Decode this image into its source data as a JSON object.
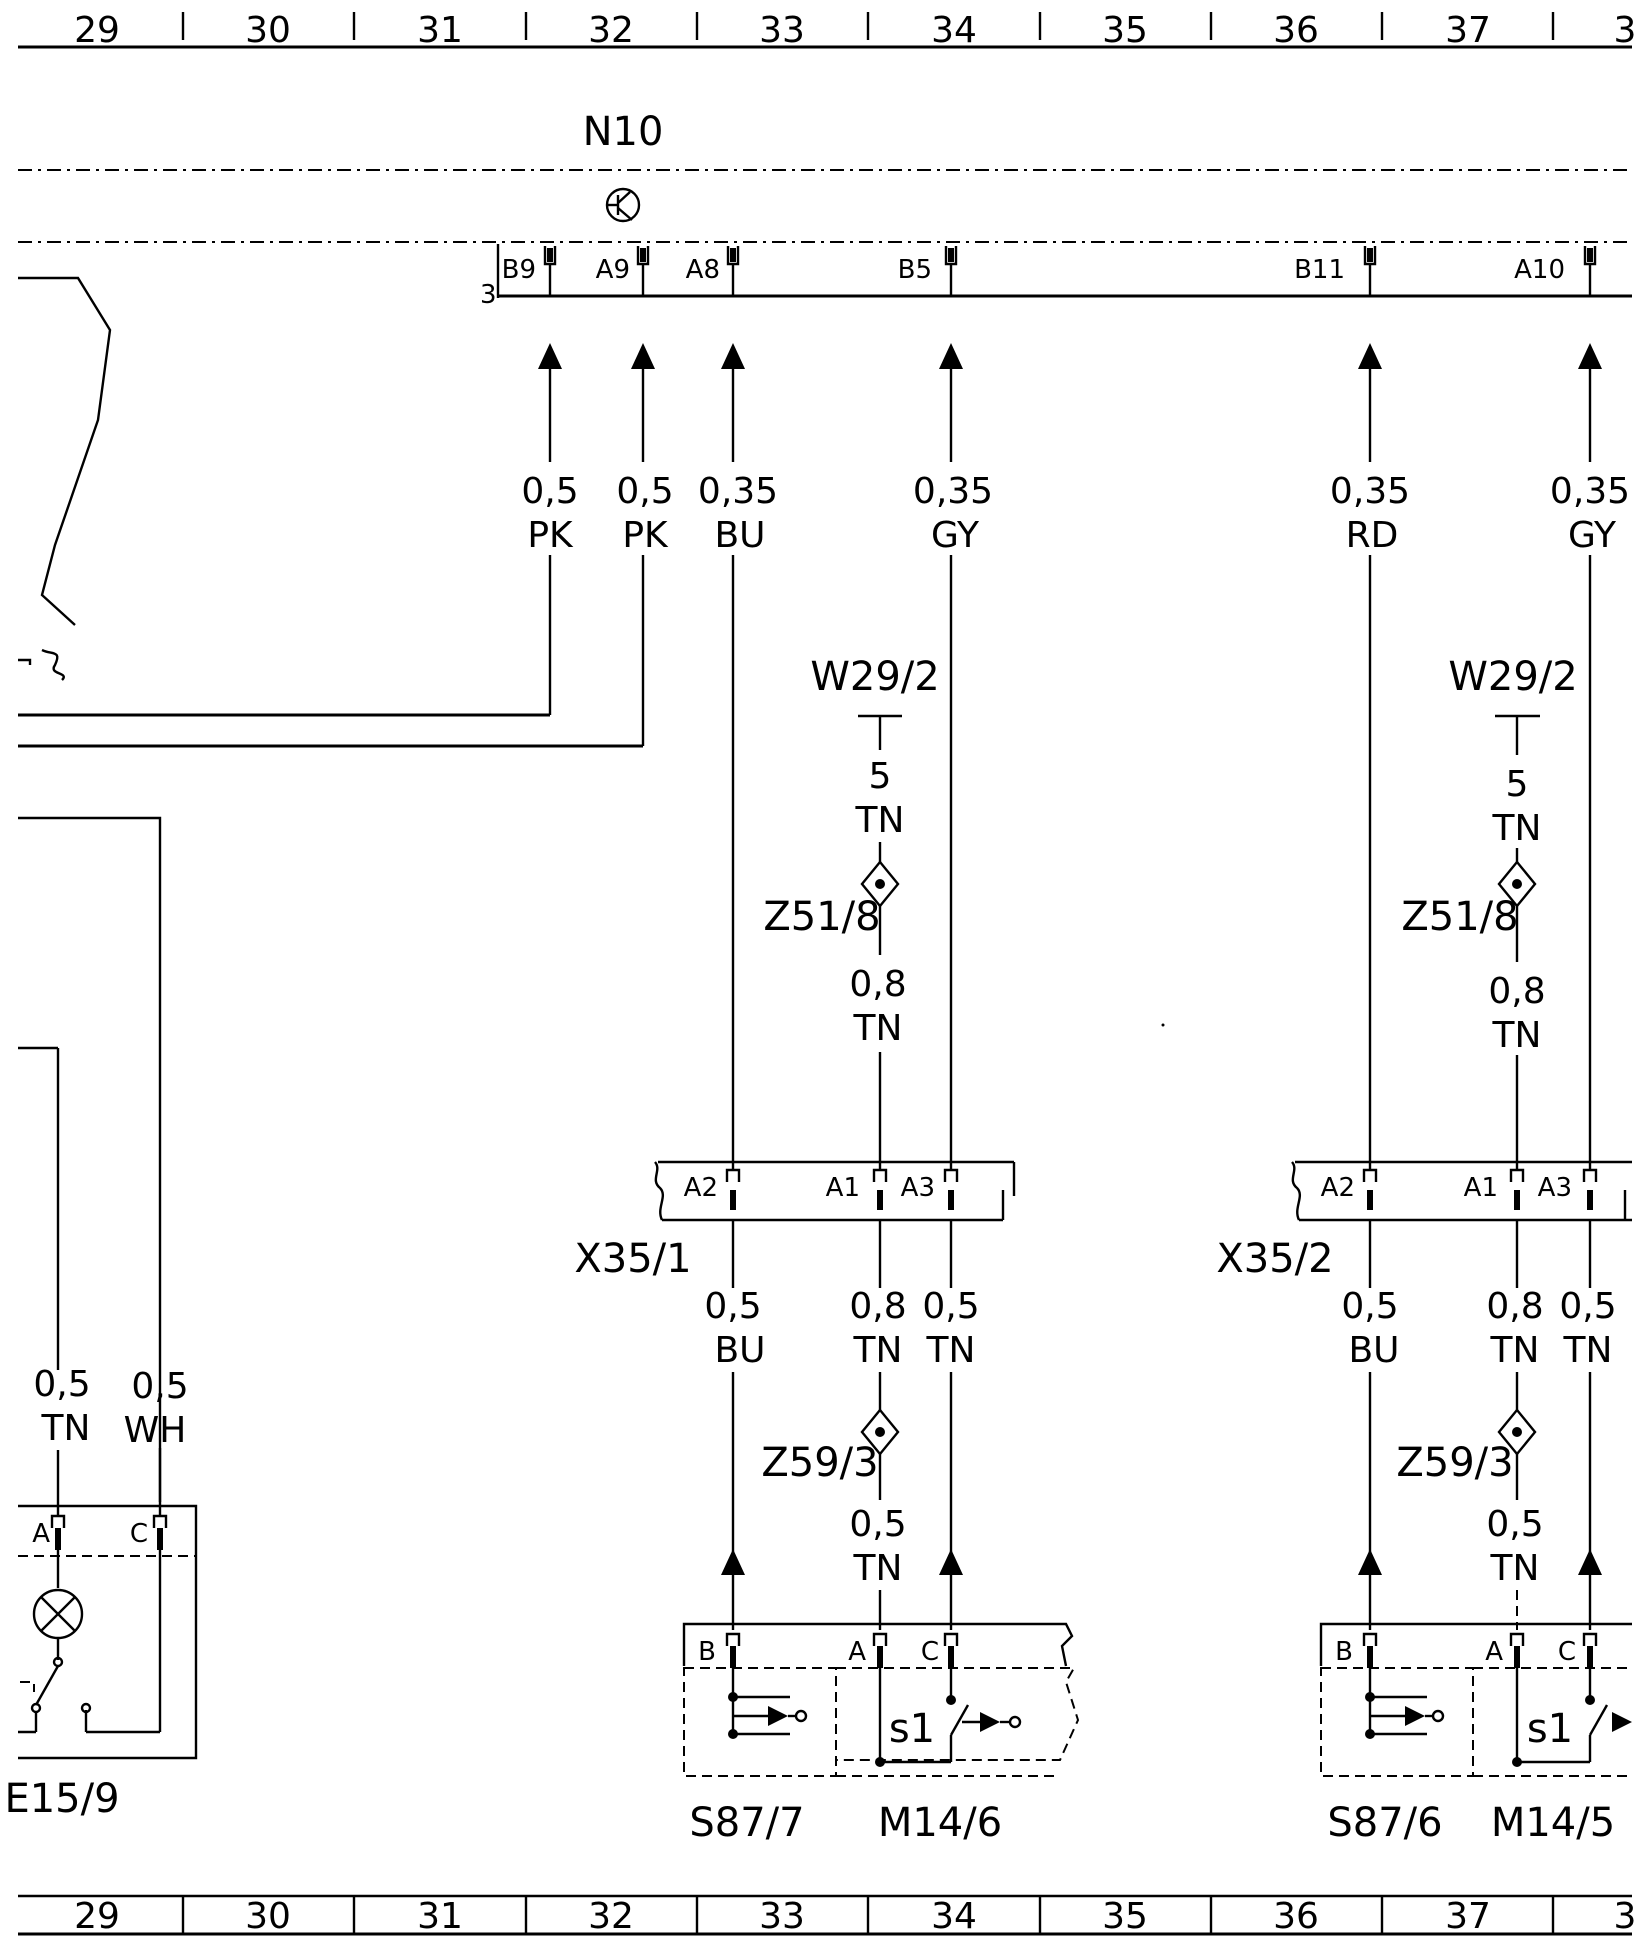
{
  "grid": {
    "top": [
      "29",
      "30",
      "31",
      "32",
      "33",
      "34",
      "35",
      "36",
      "37",
      "3"
    ],
    "bottom": [
      "29",
      "30",
      "31",
      "32",
      "33",
      "34",
      "35",
      "36",
      "37",
      "3"
    ]
  },
  "module": {
    "name": "N10",
    "connector_number": "3",
    "pins": [
      "B9",
      "A9",
      "A8",
      "B5",
      "B11",
      "A10"
    ]
  },
  "wires": {
    "n10_b9": {
      "size": "0,5",
      "color": "PK"
    },
    "n10_a9": {
      "size": "0,5",
      "color": "PK"
    },
    "n10_a8": {
      "size": "0,35",
      "color": "BU"
    },
    "n10_b5": {
      "size": "0,35",
      "color": "GY"
    },
    "n10_b11": {
      "size": "0,35",
      "color": "RD"
    },
    "n10_a10": {
      "size": "0,35",
      "color": "GY"
    },
    "ground1": {
      "size": "5",
      "color": "TN"
    },
    "ground2": {
      "size": "5",
      "color": "TN"
    },
    "splice1_out": {
      "size": "0,8",
      "color": "TN"
    },
    "splice2_out": {
      "size": "0,8",
      "color": "TN"
    },
    "x35_1_a2": {
      "size": "0,5",
      "color": "BU"
    },
    "x35_1_a1": {
      "size": "0,8",
      "color": "TN"
    },
    "x35_1_a3": {
      "size": "0,5",
      "color": "TN"
    },
    "x35_2_a2": {
      "size": "0,5",
      "color": "BU"
    },
    "x35_2_a1": {
      "size": "0,8",
      "color": "TN"
    },
    "x35_2_a3": {
      "size": "0,5",
      "color": "TN"
    },
    "z59_1_out": {
      "size": "0,5",
      "color": "TN"
    },
    "z59_2_out": {
      "size": "0,5",
      "color": "TN"
    },
    "e15_a": {
      "size": "0,5",
      "color": "TN"
    },
    "e15_c": {
      "size": "0,5",
      "color": "WH"
    }
  },
  "ground_points": [
    "W29/2",
    "W29/2"
  ],
  "splices": [
    "Z51/8",
    "Z51/8",
    "Z59/3",
    "Z59/3"
  ],
  "connectors": {
    "x35_1": {
      "name": "X35/1",
      "pins": [
        "A2",
        "A1",
        "A3"
      ]
    },
    "x35_2": {
      "name": "X35/2",
      "pins": [
        "A2",
        "A1",
        "A3"
      ]
    }
  },
  "components": {
    "left_lamp": {
      "name": "E15/9",
      "pins": [
        "A",
        "C"
      ]
    },
    "switch1": {
      "name": "S87/7",
      "pin": "B"
    },
    "motor1": {
      "name": "M14/6",
      "pins": [
        "A",
        "C"
      ],
      "switch_label": "s1"
    },
    "switch2": {
      "name": "S87/6",
      "pin": "B"
    },
    "motor2": {
      "name": "M14/5",
      "pins": [
        "A",
        "C"
      ],
      "switch_label": "s1"
    }
  }
}
